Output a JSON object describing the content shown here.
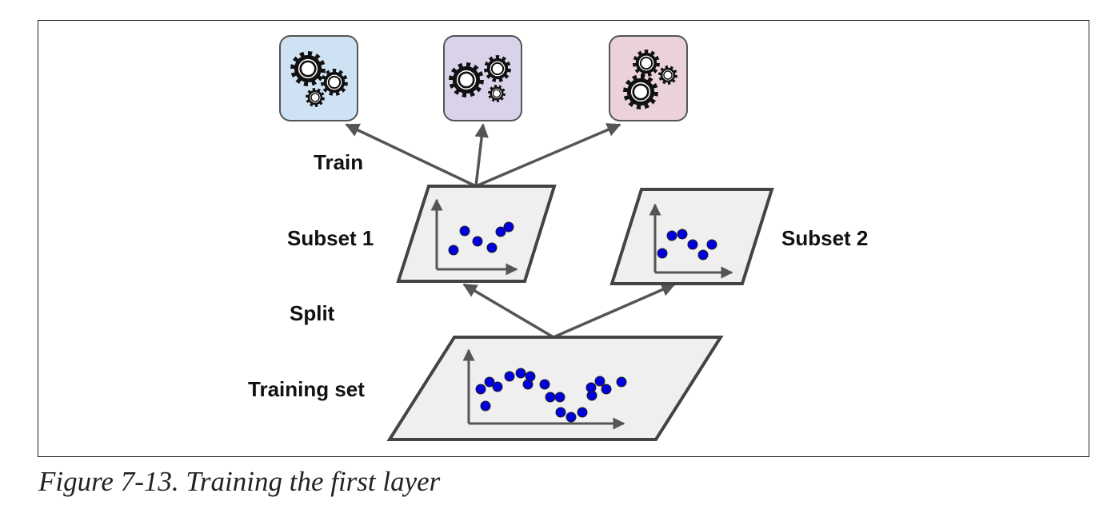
{
  "labels": {
    "train": "Train",
    "split": "Split",
    "subset_1": "Subset 1",
    "subset_2": "Subset 2",
    "training_set": "Training set"
  },
  "caption": "Figure 7-13. Training the first layer",
  "colors": {
    "predictor_1": "#cfe2f3",
    "predictor_2": "#d9d2e9",
    "predictor_3": "#ead1dc",
    "plane_fill": "#efefef",
    "plane_stroke": "#444444",
    "arrow": "#555555",
    "dot": "#0000dd",
    "gear": "#111111"
  },
  "icons": {
    "predictor_icon": "gears-icon"
  }
}
